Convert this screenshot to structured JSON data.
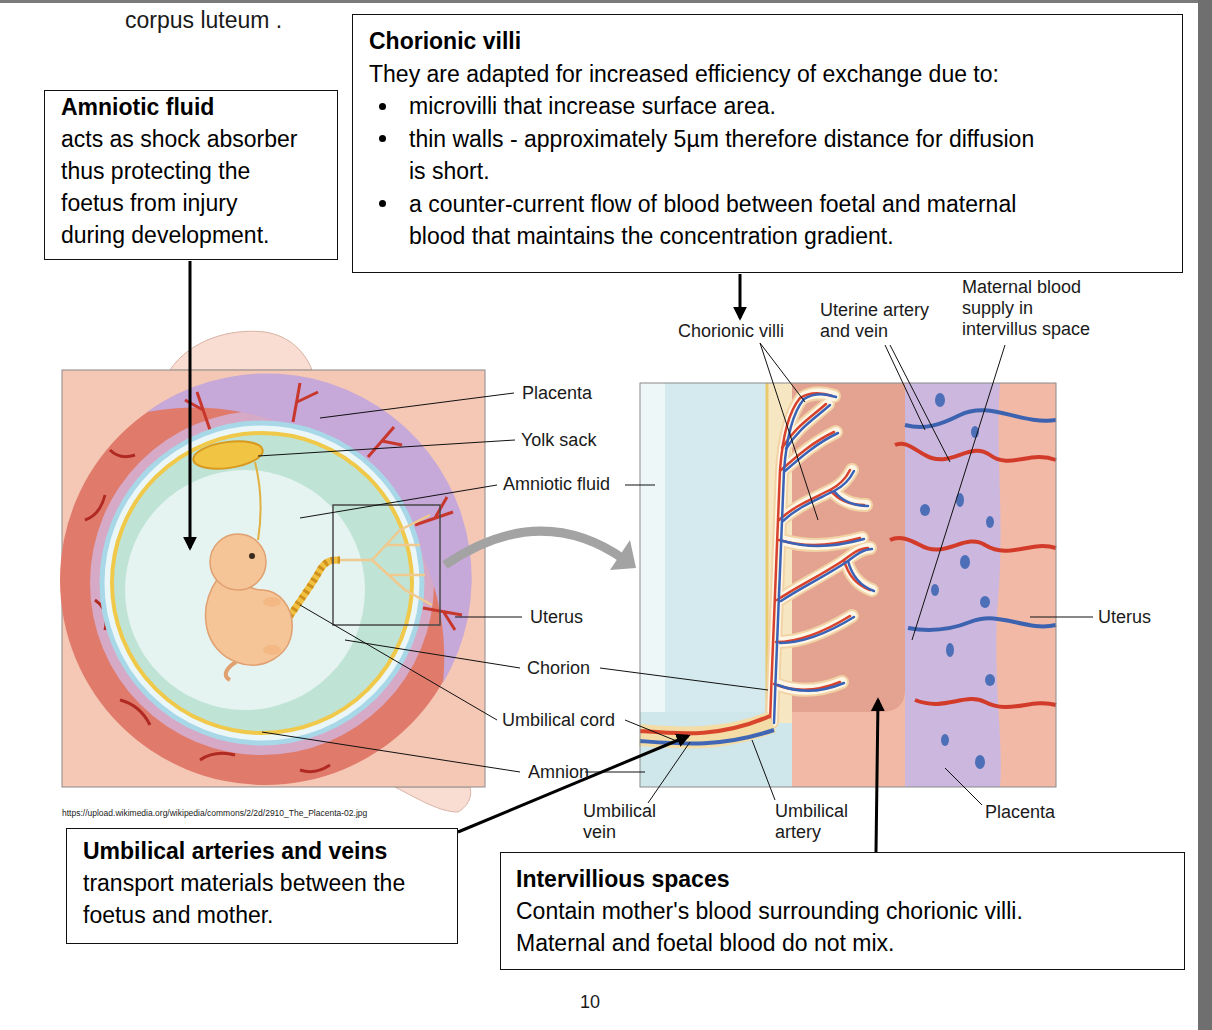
{
  "diagram": {
    "nodes": [
      {
        "text": [
          "Chorionic villi",
          "They are adapted for increased efficiency of exchange due to:",
          "microvilli that increase surface area.",
          "thin walls - approximately 5µm therefore distance for diffusion is short.",
          "a counter-current flow of blood between foetal and maternal blood that maintains the concentration gradient."
        ]
      },
      {
        "text": [
          "Amniotic fluid",
          "acts as shock absorber thus protecting the foetus from injury during development."
        ]
      },
      {
        "text": [
          "Umbilical arteries and veins",
          "transport materials between the foetus and mother."
        ]
      },
      {
        "text": [
          "Intervillious spaces",
          "Contain mother's blood surrounding chorionic villi. Maternal and foetal blood do not mix."
        ]
      }
    ],
    "labels": [
      "corpus luteum .",
      "Placenta",
      "Yolk sack",
      "Amniotic fluid",
      "Uterus",
      "Chorion",
      "Umbilical cord",
      "Amnion",
      "https://upload.wikimedia.org/wikipedia/commons/2/2d/2910_The_Placenta-02.jpg",
      "Chorionic villi",
      "Uterine artery and vein",
      "Maternal blood supply in intervillus space",
      "Uterus",
      "Umbilical vein",
      "Umbilical artery",
      "Placenta",
      "10"
    ]
  }
}
